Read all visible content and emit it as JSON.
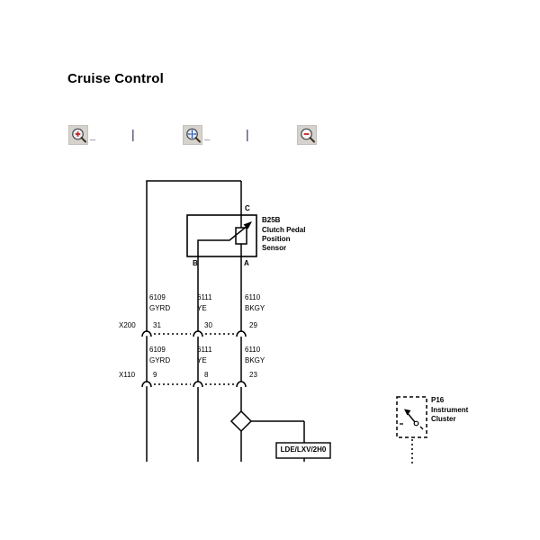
{
  "page": {
    "title": "Cruise Control"
  },
  "toolbar": {
    "separator": "|",
    "zoom_in_shortcut": "_",
    "pan_shortcut": "_",
    "icons": {
      "zoom_in": "zoom-in-icon",
      "pan": "pan-icon",
      "zoom_out": "zoom-out-icon"
    },
    "colors": {
      "button_bg": "#d6d3ce",
      "magnifier_symbol_red": "#c41e1e",
      "pan_arrows_blue": "#2a56b0",
      "separator": "#352a52"
    }
  },
  "diagram": {
    "component": {
      "id": "B25B",
      "name_line1": "Clutch Pedal",
      "name_line2": "Position",
      "name_line3": "Sensor",
      "terminal_c": "C",
      "terminal_b": "B",
      "terminal_a": "A"
    },
    "wires": [
      {
        "circuit": "6109",
        "color": "GYRD"
      },
      {
        "circuit": "6111",
        "color": "YE"
      },
      {
        "circuit": "6110",
        "color": "BKGY"
      }
    ],
    "connectors": [
      {
        "id": "X200",
        "pins": [
          "31",
          "30",
          "29"
        ]
      },
      {
        "id": "X110",
        "pins": [
          "9",
          "8",
          "23"
        ]
      }
    ],
    "splice_branch_label": "LDE/LXV/2H0",
    "cluster": {
      "id": "P16",
      "name_line1": "Instrument",
      "name_line2": "Cluster"
    }
  }
}
